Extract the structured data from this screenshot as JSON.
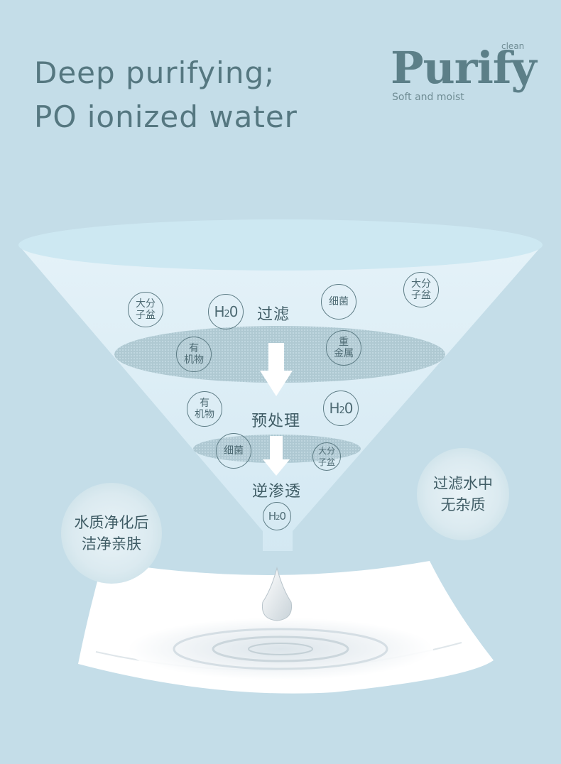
{
  "headline": {
    "line1": "Deep purifying;",
    "line2": "PO ionized water"
  },
  "brand": {
    "word": "Purify",
    "superscript": "clean",
    "tagline": "Soft and moist"
  },
  "molecules": {
    "macro": [
      "大分",
      "子盆"
    ],
    "organic": [
      "有",
      "机物"
    ],
    "bacteria": "细菌",
    "metal": [
      "重",
      "金属"
    ],
    "water_base": "H",
    "water_sub": "2",
    "water_tail": "0"
  },
  "stages": {
    "filter": "过滤",
    "pretreat": "预处理",
    "ro": "逆渗透"
  },
  "bubbles": {
    "left": [
      "水质净化后",
      "洁净亲肤"
    ],
    "right": [
      "过滤水中",
      "无杂质"
    ]
  },
  "colors": {
    "background": "#c4dde8",
    "funnel": "#dcedf6",
    "rim": "#cbe7f1",
    "text": "#557780"
  }
}
